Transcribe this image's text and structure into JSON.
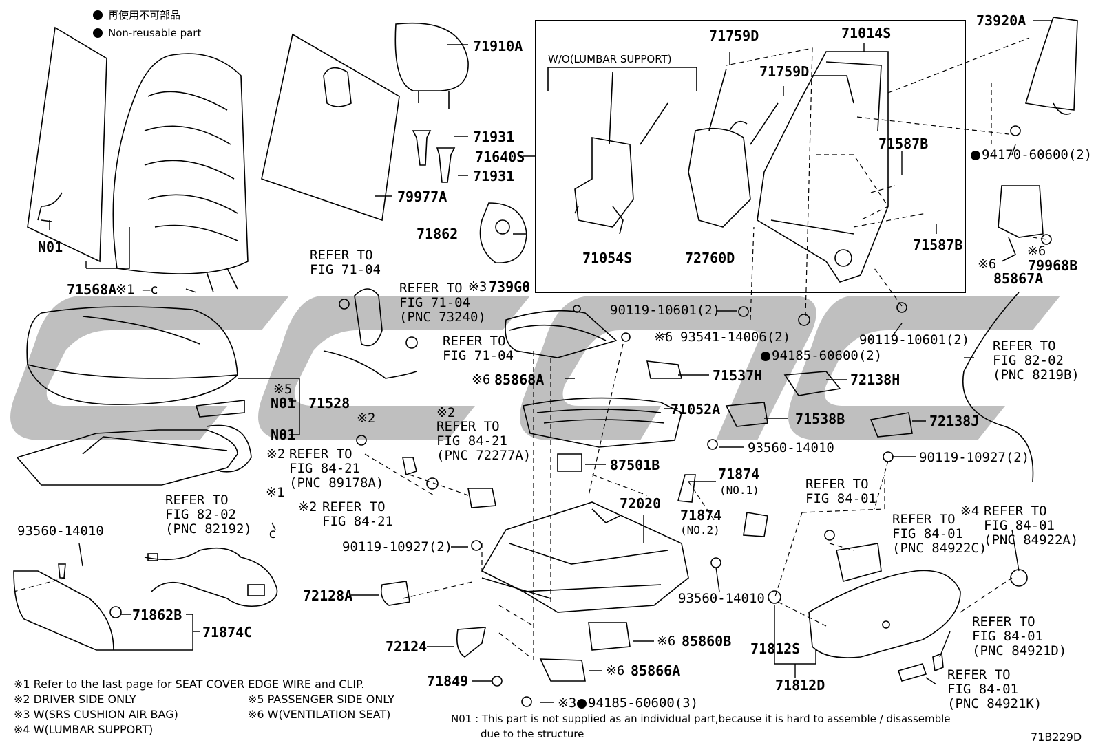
{
  "legend": {
    "japanese": "再使用不可部品",
    "english": "Non-reusable part"
  },
  "diagram_code": "71B229D",
  "part_labels": {
    "p71910A": "71910A",
    "p71931a": "71931",
    "p71931b": "71931",
    "p71640S": "71640S",
    "p79977A": "79977A",
    "p71862": "71862",
    "p71568A": "71568A",
    "pN01a": "N01",
    "pN01b": "N01",
    "pN01c": "N01",
    "p71528": "71528",
    "p71759Da": "71759D",
    "p71759Db": "71759D",
    "p71014S": "71014S",
    "p73920A": "73920A",
    "p71587Ba": "71587B",
    "p71587Bb": "71587B",
    "p94170": "94170-60600(2)",
    "p79968B": "79968B",
    "p85867A": "85867A",
    "p71054S": "71054S",
    "p72760D": "72760D",
    "p739G0": "739G0",
    "p90119a": "90119-10601(2)",
    "p93541": "93541-14006(2)",
    "p94185a": "94185-60600(2)",
    "p90119b": "90119-10601(2)",
    "p85868A": "85868A",
    "p71537H": "71537H",
    "p72138H": "72138H",
    "p71052A": "71052A",
    "p71538B": "71538B",
    "p72138J": "72138J",
    "p93560a": "93560-14010",
    "p90119c": "90119-10927(2)",
    "p87501B": "87501B",
    "p71874a": "71874",
    "p71874a_sub": "(NO.1)",
    "p71874b": "71874",
    "p71874b_sub": "(NO.2)",
    "p72020": "72020",
    "p93560b": "93560-14010",
    "p90119d": "90119-10927(2)",
    "p93560c": "93560-14010",
    "p72128A": "72128A",
    "p71862B": "71862B",
    "p71874C": "71874C",
    "p72124": "72124",
    "p85860B": "85860B",
    "p71812S": "71812S",
    "p71812D": "71812D",
    "p85866A": "85866A",
    "p71849": "71849",
    "p94185b": "94185-60600(3)"
  },
  "marks": {
    "m1": "※1",
    "m1b": "※1",
    "m2a": "※2",
    "m2b": "※2",
    "m2c": "※2",
    "m2d": "※2",
    "m3a": "※3",
    "m3b": "※3",
    "m4": "※4",
    "m5": "※5",
    "m6a": "※6",
    "m6b": "※6",
    "m6c": "※6",
    "m6d": "※6",
    "m6e": "※6",
    "m6f": "※6"
  },
  "references": {
    "r1": [
      "REFER TO",
      "FIG 71-04"
    ],
    "r2": [
      "REFER TO",
      "FIG 71-04",
      "(PNC 73240)"
    ],
    "r3": [
      "REFER TO",
      "FIG 71-04"
    ],
    "r4": [
      "REFER TO",
      "FIG 84-21",
      "(PNC 72277A)"
    ],
    "r5": [
      "REFER TO",
      "FIG 84-21",
      "(PNC 89178A)"
    ],
    "r6": [
      "REFER TO",
      "FIG 84-21"
    ],
    "r7": [
      "REFER TO",
      "FIG 82-02",
      "(PNC 82192)"
    ],
    "r8": [
      "REFER TO",
      "FIG 82-02",
      "(PNC 8219B)"
    ],
    "r9": [
      "REFER TO",
      "FIG 84-01"
    ],
    "r10": [
      "REFER TO",
      "FIG 84-01",
      "(PNC 84922C)"
    ],
    "r11": [
      "REFER TO",
      "FIG 84-01",
      "(PNC 84922A)"
    ],
    "r12": [
      "REFER TO",
      "FIG 84-01",
      "(PNC 84921D)"
    ],
    "r13": [
      "REFER TO",
      "FIG 84-01",
      "(PNC 84921K)"
    ]
  },
  "inset_label": "W/O(LUMBAR SUPPORT)",
  "footnotes": {
    "n1": "※1 Refer to the last page for SEAT COVER EDGE WIRE and CLIP.",
    "n2": "※2 DRIVER SIDE ONLY",
    "n3": "※3 W(SRS CUSHION AIR BAG)",
    "n4": "※4 W(LUMBAR SUPPORT)",
    "n5": "※5 PASSENGER SIDE ONLY",
    "n6": "※6 W(VENTILATION SEAT)",
    "n01_line1": "N01 : This part is not supplied as an individual part,because it is hard to assemble / disassemble",
    "n01_line2": "due to the structure"
  },
  "colors": {
    "watermark": "#b4b4b4",
    "line": "#000000"
  }
}
